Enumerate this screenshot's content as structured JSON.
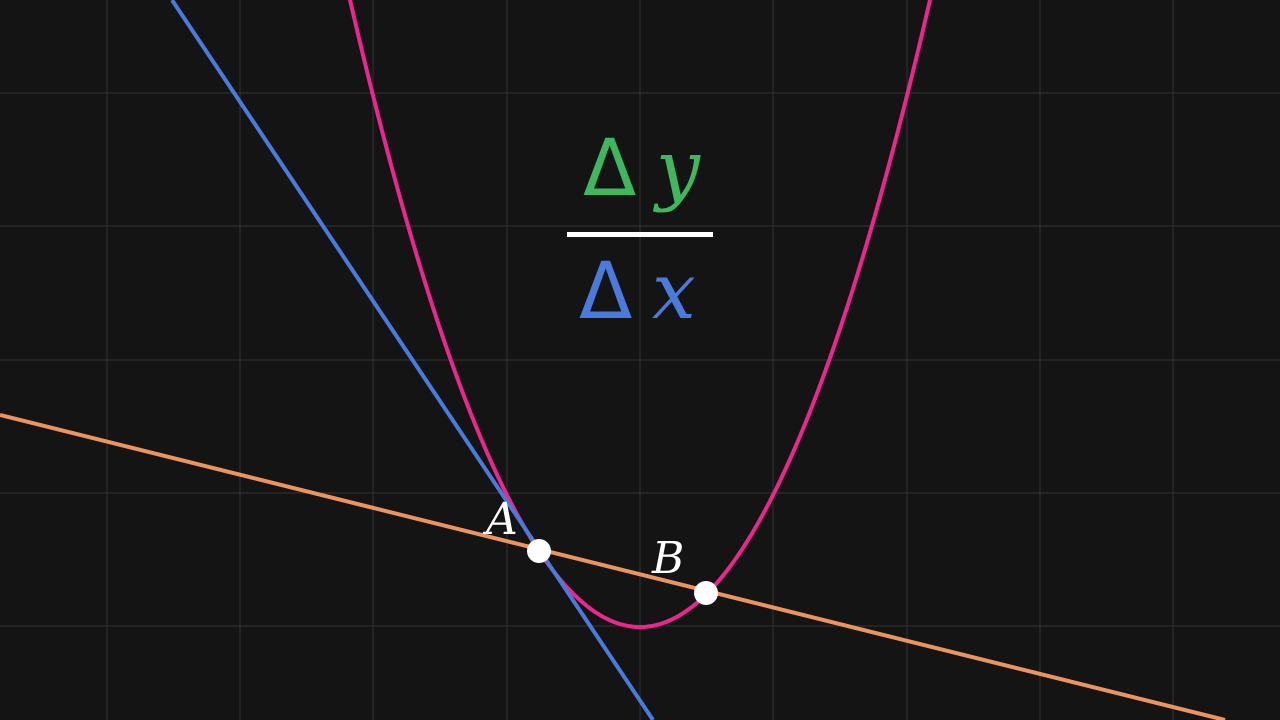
{
  "colors": {
    "background": "#141414",
    "grid": "#2e2e2e",
    "curve": "#e8288c",
    "tangent_line": "#4a7bdc",
    "secant_line": "#ec9460",
    "points": "#ffffff",
    "delta_y": "#3fb660",
    "delta_x": "#4a7bdc",
    "fraction_bar": "#ffffff"
  },
  "fraction": {
    "delta_symbol": "Δ",
    "numerator_var": "y",
    "denominator_var": "x"
  },
  "points": {
    "a_label": "A",
    "b_label": "B"
  }
}
